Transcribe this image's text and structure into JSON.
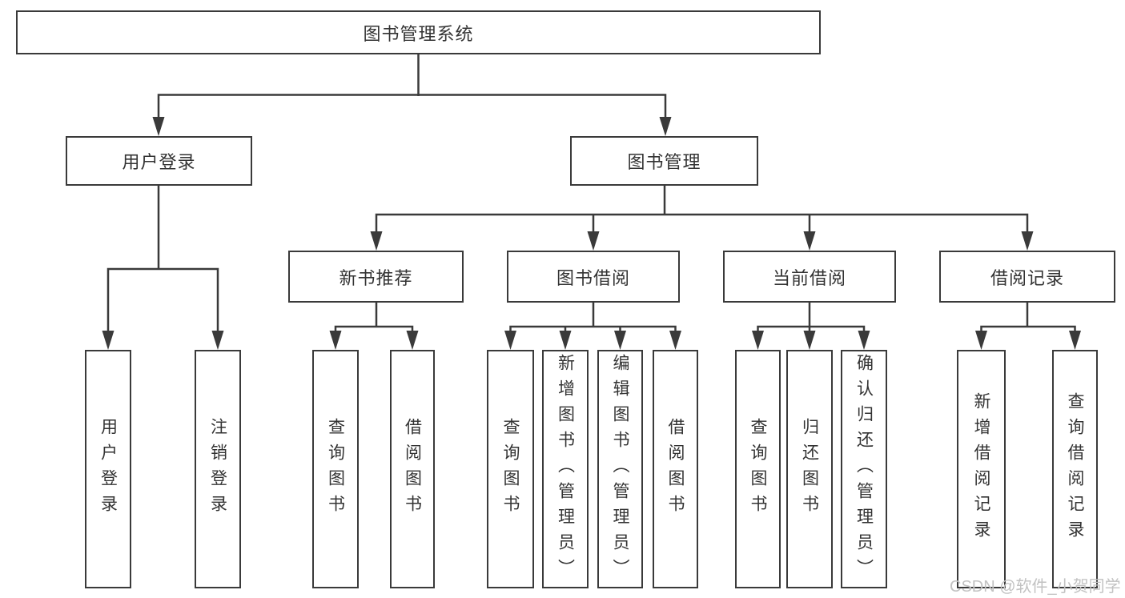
{
  "diagram": {
    "root": {
      "label": "图书管理系统"
    },
    "level2": [
      {
        "label": "用户登录"
      },
      {
        "label": "图书管理"
      }
    ],
    "level3": [
      {
        "label": "新书推荐",
        "parent": "图书管理"
      },
      {
        "label": "图书借阅",
        "parent": "图书管理"
      },
      {
        "label": "当前借阅",
        "parent": "图书管理"
      },
      {
        "label": "借阅记录",
        "parent": "图书管理"
      }
    ],
    "leaves": [
      {
        "label": "用户登录",
        "parent": "用户登录"
      },
      {
        "label": "注销登录",
        "parent": "用户登录"
      },
      {
        "label": "查询图书",
        "parent": "新书推荐"
      },
      {
        "label": "借阅图书",
        "parent": "新书推荐"
      },
      {
        "label": "查询图书",
        "parent": "图书借阅"
      },
      {
        "label": "新增图书（管理员）",
        "parent": "图书借阅"
      },
      {
        "label": "编辑图书（管理员）",
        "parent": "图书借阅"
      },
      {
        "label": "借阅图书",
        "parent": "图书借阅"
      },
      {
        "label": "查询图书",
        "parent": "当前借阅"
      },
      {
        "label": "归还图书",
        "parent": "当前借阅"
      },
      {
        "label": "确认归还（管理员）",
        "parent": "当前借阅"
      },
      {
        "label": "新增借阅记录",
        "parent": "借阅记录"
      },
      {
        "label": "查询借阅记录",
        "parent": "借阅记录"
      }
    ]
  },
  "watermark": {
    "text": "CSDN @软件_小贺同学"
  },
  "colors": {
    "line": "#3a3a3a",
    "text": "#333333",
    "box_background": "#ffffff",
    "watermark": "#c2c2c2",
    "page_background": "#ffffff"
  }
}
